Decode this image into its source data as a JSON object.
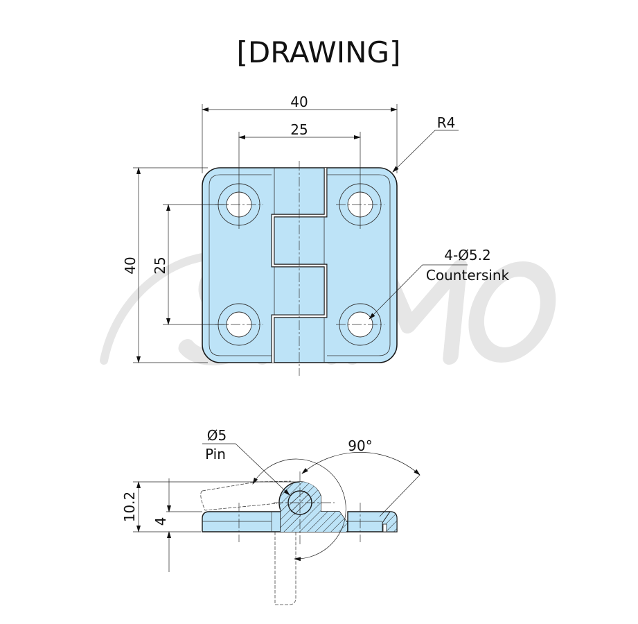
{
  "title": "[DRAWING]",
  "watermark": "SAMO",
  "colors": {
    "part_fill": "#bde3f7",
    "line": "#1a1a1a",
    "watermark": "#e6e6e6"
  },
  "top_view": {
    "dim_width_overall": "40",
    "dim_width_holes": "25",
    "dim_height_overall": "40",
    "dim_height_holes": "25",
    "corner_radius": "R4",
    "hole_note_line1": "4-Ø5.2",
    "hole_note_line2": "Countersink"
  },
  "side_view": {
    "pin_label_line1": "Ø5",
    "pin_label_line2": "Pin",
    "angle": "90°",
    "dim_total_height": "10.2",
    "dim_plate_thickness": "4"
  }
}
